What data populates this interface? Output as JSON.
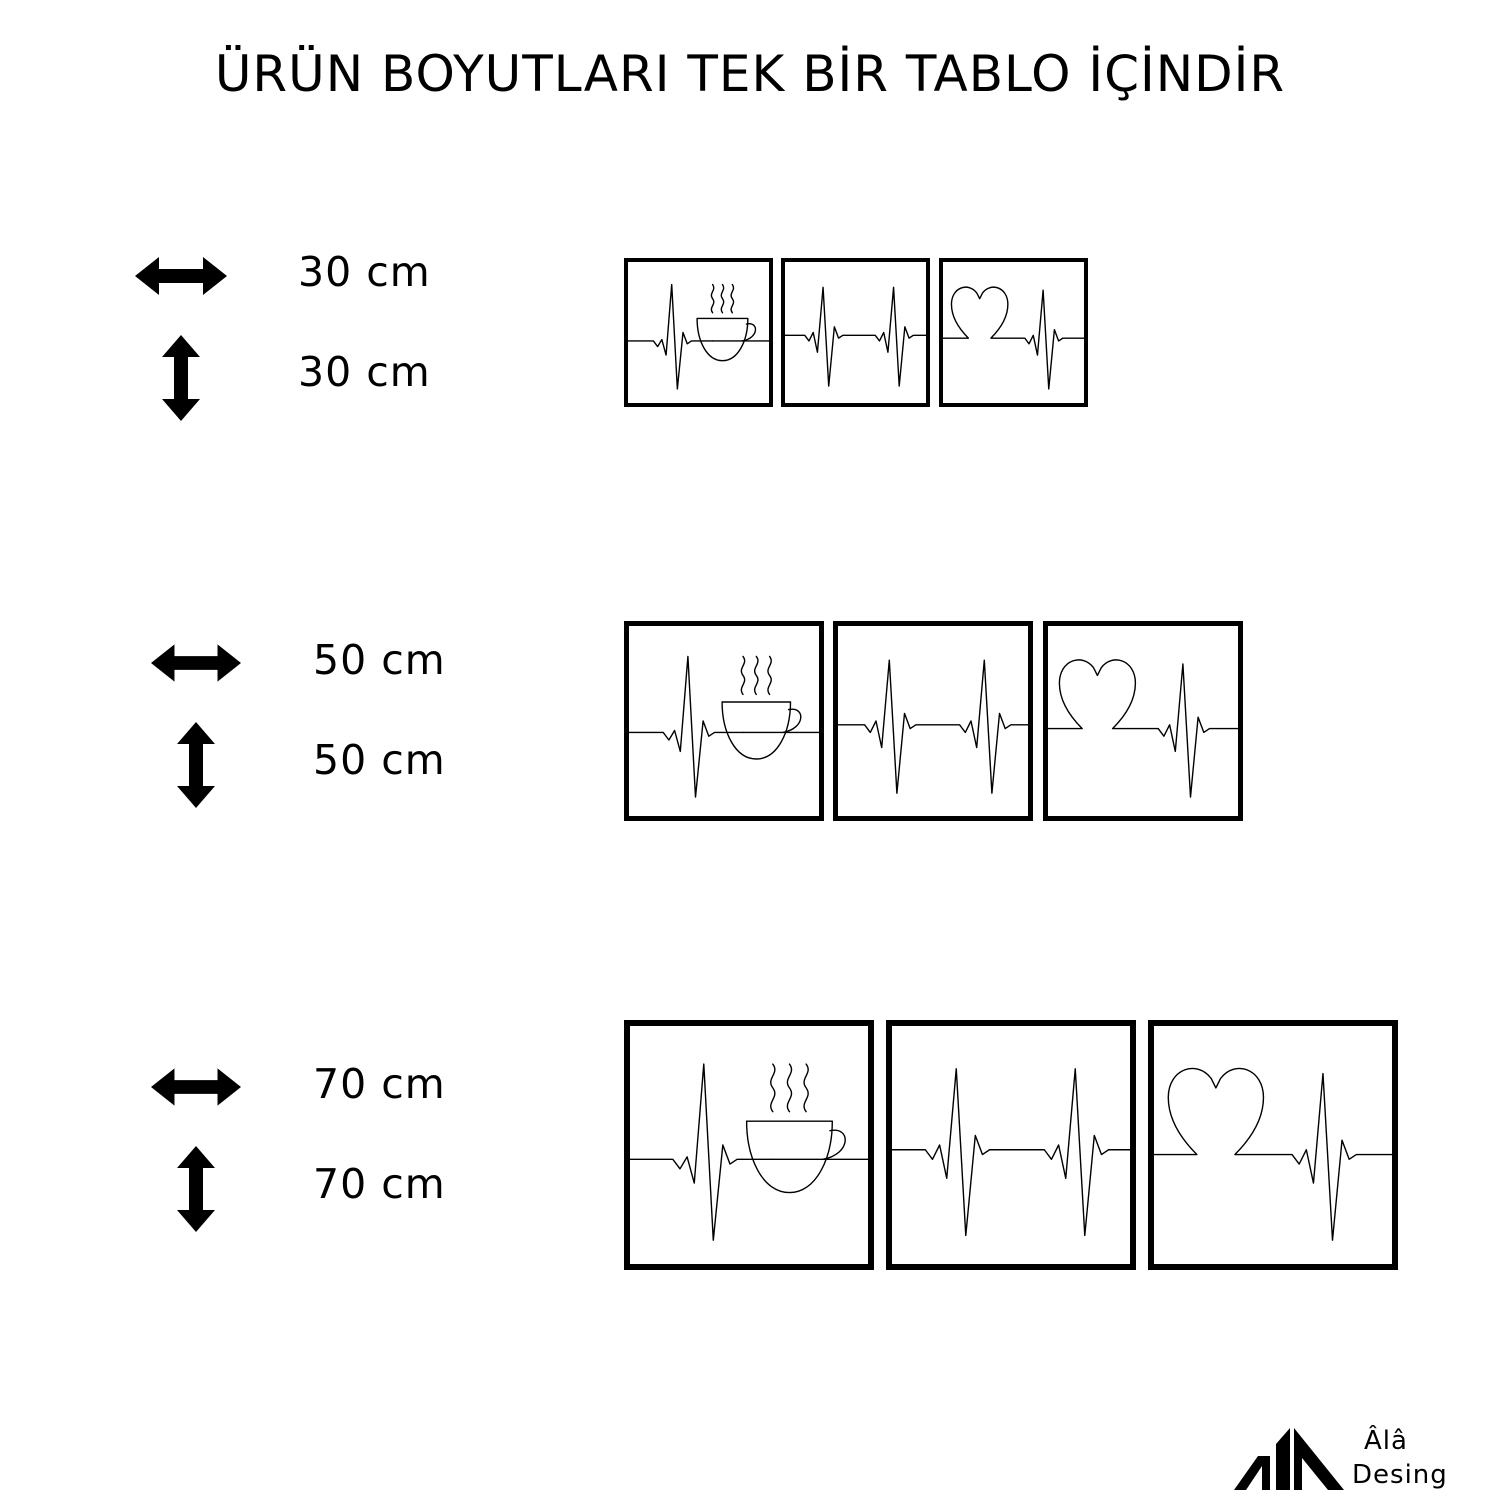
{
  "title": "ÜRÜN BOYUTLARI TEK BİR TABLO İÇİNDİR",
  "sizes": [
    {
      "width": "30 cm",
      "height": "30 cm"
    },
    {
      "width": "50 cm",
      "height": "50 cm"
    },
    {
      "width": "70 cm",
      "height": "70 cm"
    }
  ],
  "panels": [
    "coffee-cup-heartbeat",
    "heartbeat",
    "heart-heartbeat"
  ],
  "icons": {
    "width_arrow": "horizontal-double-arrow-icon",
    "height_arrow": "vertical-double-arrow-icon"
  },
  "brand": {
    "line1": "Âlâ",
    "line2": "Desing"
  },
  "colors": {
    "ink": "#000000",
    "background": "#ffffff"
  }
}
